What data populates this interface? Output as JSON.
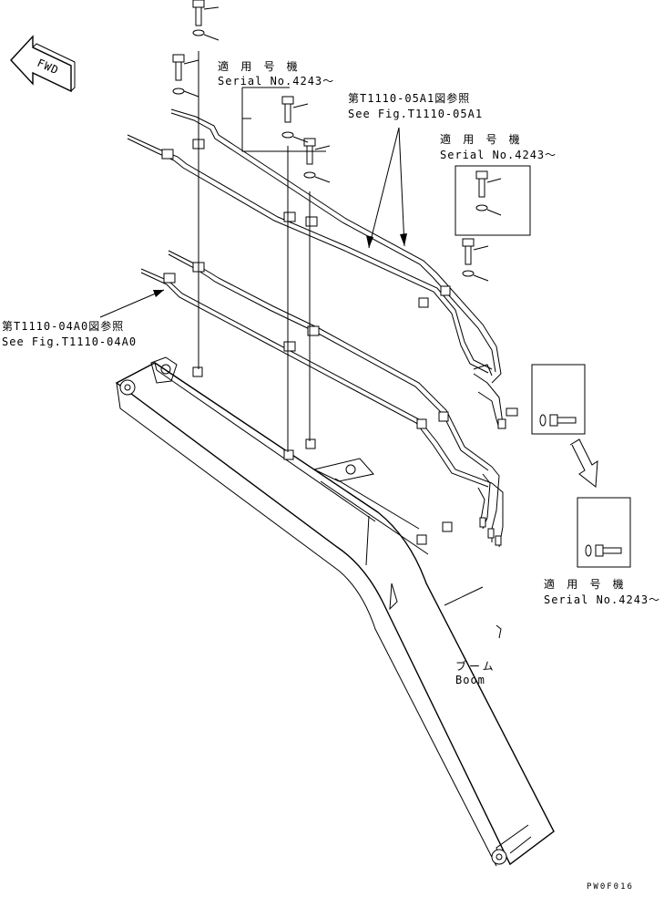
{
  "direction_tag": "FWD",
  "callouts": {
    "serial_top": {
      "jp": "適 用 号 機",
      "en": "Serial No.4243〜"
    },
    "ref_05a1": {
      "jp": "第T1110-05A1図参照",
      "en": "See Fig.T1110-05A1"
    },
    "serial_right": {
      "jp": "適 用 号 機",
      "en": "Serial No.4243〜"
    },
    "ref_04a0": {
      "jp": "第T1110-04A0図参照",
      "en": "See Fig.T1110-04A0"
    },
    "serial_bottom": {
      "jp": "適 用 号 機",
      "en": "Serial No.4243〜"
    }
  },
  "part_label": {
    "jp": "ブーム",
    "en": "Boom"
  },
  "drawing_code": "PW0F016",
  "icons": {
    "forward_arrow": "fwd-arrow-icon",
    "bolt": "bolt-icon",
    "washer": "washer-icon",
    "clamp": "clamp-icon"
  }
}
